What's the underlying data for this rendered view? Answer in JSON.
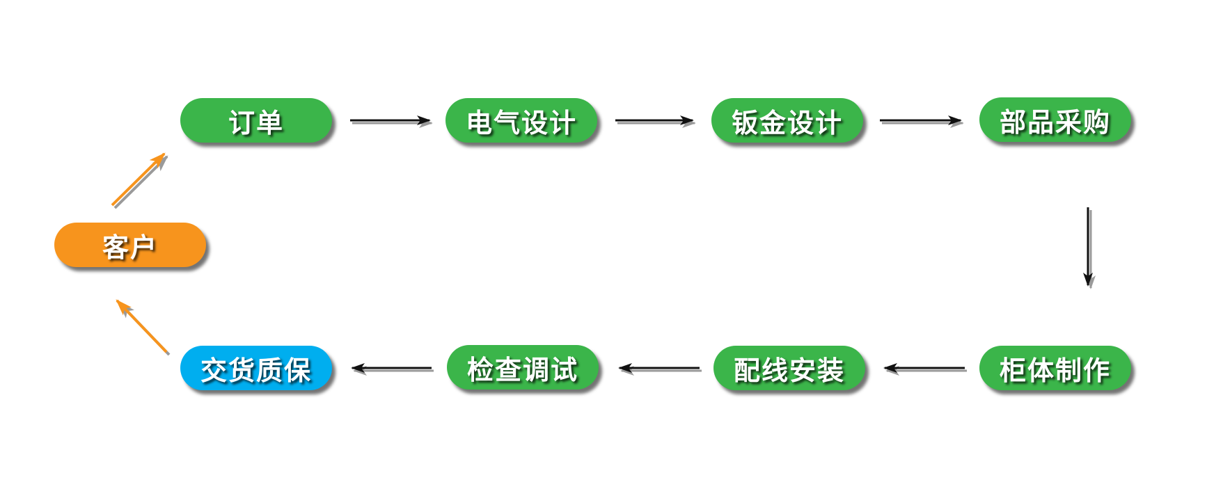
{
  "colors": {
    "process": "#3bb54a",
    "customer": "#f7941d",
    "delivery": "#00aeef",
    "arrow_flow": "#111111",
    "arrow_customer": "#f7941d"
  },
  "nodes": {
    "customer": "客户",
    "order": "订单",
    "electrical_design": "电气设计",
    "sheet_metal_design": "钣金设计",
    "parts_procurement": "部品采购",
    "cabinet_fabrication": "柜体制作",
    "wiring_installation": "配线安装",
    "inspection_testing": "检查调试",
    "delivery_warranty": "交货质保"
  }
}
